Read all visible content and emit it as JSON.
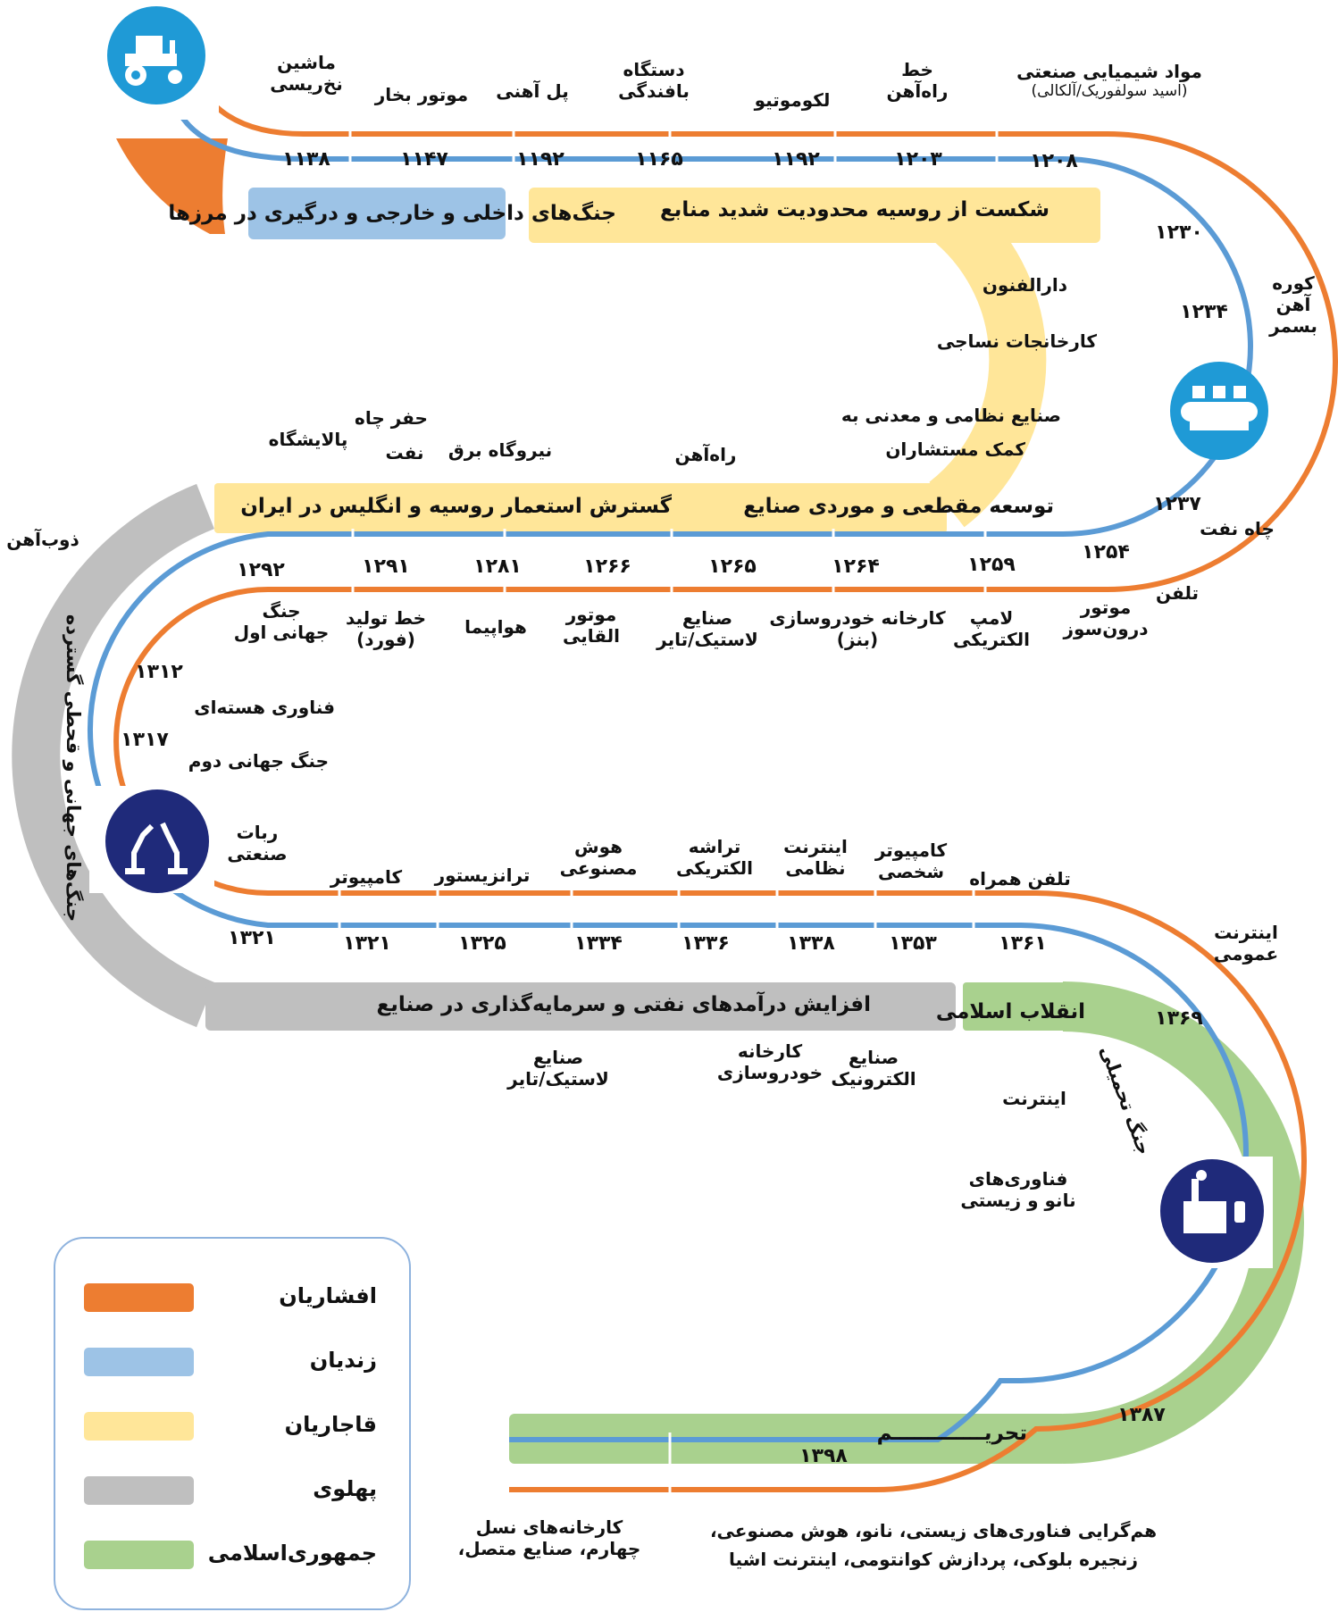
{
  "colors": {
    "afshar": "#ED7D31",
    "zand": "#5B9BD5",
    "zand_legend": "#9DC3E6",
    "qajar": "#FFE699",
    "pahlavi": "#BFBFBF",
    "jomhuri": "#A9D18E",
    "icon": "#1F9AD6",
    "icon_dark": "#1F2A7A"
  },
  "icons": [
    "tractor-icon",
    "conveyor-icon",
    "robot-arms-icon",
    "smart-factory-icon"
  ],
  "row1": {
    "items": [
      {
        "line1": "ماشین",
        "line2": "نخ‌ریسی",
        "year": "۱۱۳۸"
      },
      {
        "line1": "موتور بخار",
        "line2": "",
        "year": "۱۱۴۷"
      },
      {
        "line1": "پل آهنی",
        "line2": "",
        "year": "۱۱۹۲"
      },
      {
        "line1": "دستگاه",
        "line2": "بافندگی",
        "year": "۱۱۶۵"
      },
      {
        "line1": "لکوموتیو",
        "line2": "",
        "year": "۱۱۹۲"
      },
      {
        "line1": "خط",
        "line2": "راه‌آهن",
        "year": "۱۲۰۳"
      },
      {
        "line1": "مواد شیمیایی صنعتی",
        "line2": "(اسید سولفوریک/آلکالی)",
        "year": "۱۲۰۸"
      }
    ],
    "band_zand": "جنگ‌های داخلی و خارجی و درگیری در مرزها",
    "band_qajar": "شکست از روسیه محدودیت شدید منابع"
  },
  "curve1": {
    "year_a": "۱۲۳۰",
    "year_b": "۱۲۳۴",
    "side_label": "کوره آهن بسمر",
    "inner": [
      "دارالفنون",
      "کارخانجات نساجی",
      "صنایع نظامی و معدنی به",
      "کمک مستشاران"
    ]
  },
  "row2_top": [
    "پالایشگاه",
    "حفر چاه",
    "نفت",
    "نیروگاه برق",
    "راه‌آهن"
  ],
  "row2": {
    "band_left": "گسترش استعمار روسیه و انگلیس در ایران",
    "band_right": "توسعه مقطعی و موردی صنایع",
    "years": [
      "۱۲۹۲",
      "۱۲۹۱",
      "۱۲۸۱",
      "۱۲۶۶",
      "۱۲۶۵",
      "۱۲۶۴",
      "۱۲۵۹",
      "۱۲۵۴",
      "۱۲۳۷"
    ],
    "labels": [
      {
        "line1": "جنگ",
        "line2": "جهانی اول"
      },
      {
        "line1": "خط تولید",
        "line2": "(فورد)"
      },
      {
        "line1": "هواپیما",
        "line2": ""
      },
      {
        "line1": "موتور",
        "line2": "القایی"
      },
      {
        "line1": "صنایع",
        "line2": "لاستیک/تایر"
      },
      {
        "line1": "کارخانه خودروسازی",
        "line2": "(بنز)"
      },
      {
        "line1": "لامپ",
        "line2": "الکتریکی"
      },
      {
        "line1": "موتور",
        "line2": "درون‌سوز"
      }
    ],
    "chah_naft": "چاه نفت",
    "telefon": "تلفن"
  },
  "curve2": {
    "zobahan": "ذوب‌آهن",
    "year_a": "۱۳۱۲",
    "year_b": "۱۳۱۷",
    "nuclear": "فناوری هسته‌ای",
    "ww2": "جنگ جهانی دوم",
    "vertical": "جنگ‌های جهانی و قحطی گسترده"
  },
  "row3": {
    "items": [
      {
        "line1": "ربات",
        "line2": "صنعتی",
        "year": "۱۳۲۱"
      },
      {
        "line1": "کامپیوتر",
        "line2": "",
        "year": "۱۳۲۱"
      },
      {
        "line1": "ترانزیستور",
        "line2": "",
        "year": "۱۳۲۵"
      },
      {
        "line1": "هوش",
        "line2": "مصنوعی",
        "year": "۱۳۳۴"
      },
      {
        "line1": "تراشه",
        "line2": "الکتریکی",
        "year": "۱۳۳۶"
      },
      {
        "line1": "اینترنت",
        "line2": "نظامی",
        "year": "۱۳۳۸"
      },
      {
        "line1": "کامپیوتر",
        "line2": "شخصی",
        "year": "۱۳۵۳"
      },
      {
        "line1": "تلفن همراه",
        "line2": "",
        "year": "۱۳۶۱"
      }
    ],
    "band_pahlavi": "افزایش درآمدهای نفتی و سرمایه‌گذاری در صنایع",
    "band_jomhuri": "انقلاب اسلامی",
    "below": [
      {
        "line1": "صنایع",
        "line2": "لاستیک/تایر"
      },
      {
        "line1": "کارخانه",
        "line2": "خودروسازی"
      },
      {
        "line1": "صنایع",
        "line2": "الکترونیک"
      }
    ]
  },
  "curve3": {
    "public_internet": "اینترنت عمومی",
    "year_a": "۱۳۶۹",
    "war": "جنگ تحمیلی",
    "internet": "اینترنت",
    "nano": "فناوری‌های نانو و زیستی",
    "year_b": "۱۳۸۷"
  },
  "row4": {
    "band": "تحریـــــــــــــم",
    "year": "۱۳۹۸",
    "left": "کارخانه‌های نسل چهارم، صنایع متصل،",
    "right": "هم‌گرایی فناوری‌های زیستی، نانو، هوش مصنوعی، زنجیره بلوکی، پردازش کوانتومی، اینترنت اشیا"
  },
  "legend": [
    {
      "label": "افشاریان",
      "color": "#ED7D31"
    },
    {
      "label": "زندیان",
      "color": "#9DC3E6"
    },
    {
      "label": "قاجاریان",
      "color": "#FFE699"
    },
    {
      "label": "پهلوی",
      "color": "#BFBFBF"
    },
    {
      "label": "جمهوری‌اسلامی",
      "color": "#A9D18E"
    }
  ]
}
